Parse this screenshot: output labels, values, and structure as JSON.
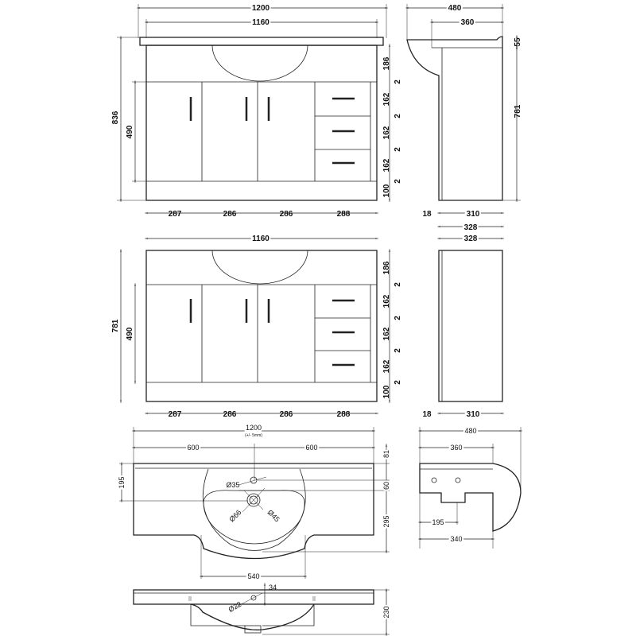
{
  "top_front": {
    "overall_width": "1200",
    "width": "1160",
    "height": "836",
    "door_height": "490",
    "vertical_chain": [
      "186",
      "2",
      "162",
      "2",
      "162",
      "2",
      "162",
      "2",
      "100"
    ],
    "bottom_chain": [
      "287",
      "286",
      "286",
      "288"
    ]
  },
  "top_side": {
    "depth": "480",
    "top_depth": "360",
    "top_thickness": "55",
    "height": "781",
    "plinth_offset": "18",
    "body_depth": "310",
    "overall_depth": "328"
  },
  "middle_front": {
    "width": "1160",
    "height": "781",
    "door_height": "490",
    "vertical_chain": [
      "186",
      "2",
      "162",
      "2",
      "162",
      "2",
      "162",
      "2",
      "100"
    ],
    "bottom_chain": [
      "287",
      "286",
      "286",
      "288"
    ]
  },
  "middle_side": {
    "depth": "328",
    "plinth_offset": "18",
    "body_depth": "310"
  },
  "basin_plan": {
    "width": "1200",
    "tolerance": "(+/- 5mm)",
    "half_left": "600",
    "half_right": "600",
    "tap_dia": "Ø35",
    "waste_outer": "Ø66",
    "waste_inner": "Ø45",
    "tap_offset": "195",
    "right_chain": [
      "81",
      "60",
      "295"
    ],
    "bowl_width": "540"
  },
  "basin_section": {
    "hole_dia": "Ø22",
    "hole_depth": "34",
    "height": "230"
  },
  "basin_side": {
    "depth": "480",
    "top_depth": "360",
    "offset": "195",
    "depth2": "340"
  }
}
